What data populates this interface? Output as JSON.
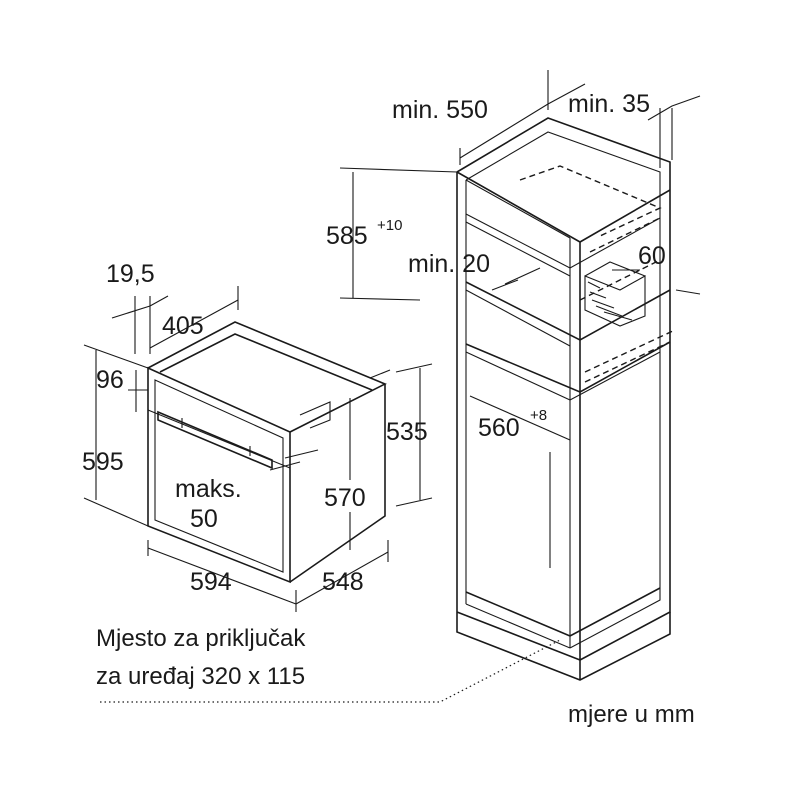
{
  "dimensions": {
    "niche_depth": "min. 550",
    "side_gap": "min. 35",
    "niche_height": "585",
    "niche_height_tol": "+10",
    "vent_gap": "min. 20",
    "vent_height": "60",
    "niche_width": "560",
    "niche_width_tol": "+8",
    "front_offset": "19,5",
    "top_depth": "405",
    "panel_height": "96",
    "oven_height": "595",
    "handle_line1": "maks.",
    "handle_line2": "50",
    "body_height": "570",
    "side_height": "535",
    "oven_width": "594",
    "oven_depth": "548"
  },
  "connection_note": {
    "line1": "Mjesto za priključak",
    "line2": "za uređaj 320 x 115"
  },
  "units_note": "mjere u mm"
}
